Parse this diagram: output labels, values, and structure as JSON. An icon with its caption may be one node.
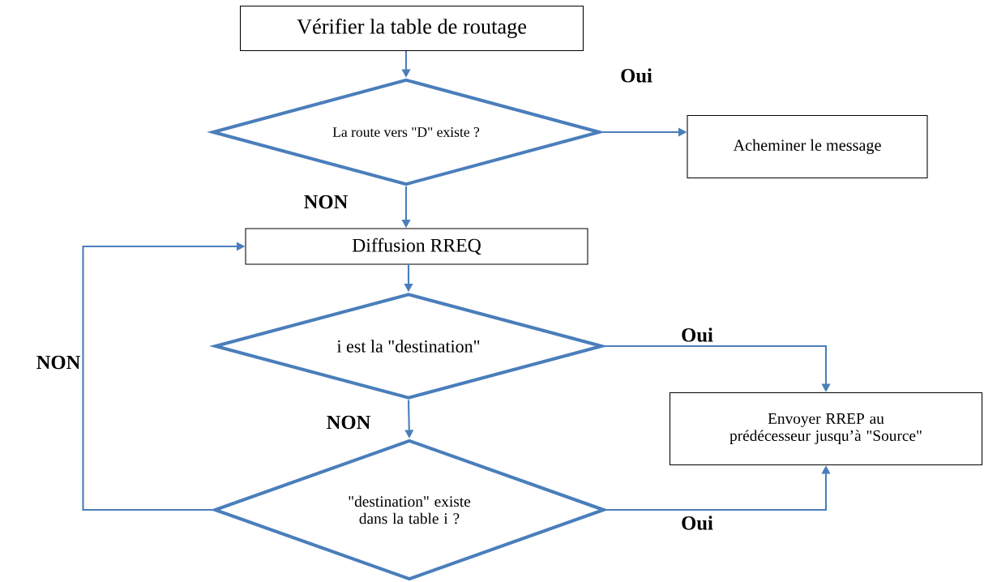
{
  "diagram": {
    "nodes": [
      {
        "text": [
          "Vérifier la table de routage"
        ]
      },
      {
        "text": [
          "La route vers \"D\" existe ?"
        ]
      },
      {
        "text": [
          "Acheminer le message"
        ]
      },
      {
        "text": [
          "Diffusion RREQ"
        ]
      },
      {
        "text": [
          "i est la \"destination\""
        ]
      },
      {
        "text": [
          "Envoyer RREP au prédécesseur jusqu’à \"Source\""
        ]
      },
      {
        "text": [
          "\"destination\" existe dans la table i ?"
        ]
      }
    ],
    "edges": [
      {
        "from": 0,
        "to": 1,
        "arrow": "to"
      },
      {
        "from": 1,
        "to": 2,
        "arrow": "to",
        "label": "Oui"
      },
      {
        "from": 1,
        "to": 3,
        "arrow": "to",
        "label": "NON"
      },
      {
        "from": 3,
        "to": 4,
        "arrow": "to"
      },
      {
        "from": 4,
        "to": 5,
        "arrow": "to",
        "label": "Oui"
      },
      {
        "from": 4,
        "to": 6,
        "arrow": "to",
        "label": "NON"
      },
      {
        "from": 6,
        "to": 5,
        "arrow": "to",
        "label": "Oui"
      },
      {
        "from": 6,
        "to": 3,
        "arrow": "to",
        "label": "NON"
      }
    ]
  }
}
